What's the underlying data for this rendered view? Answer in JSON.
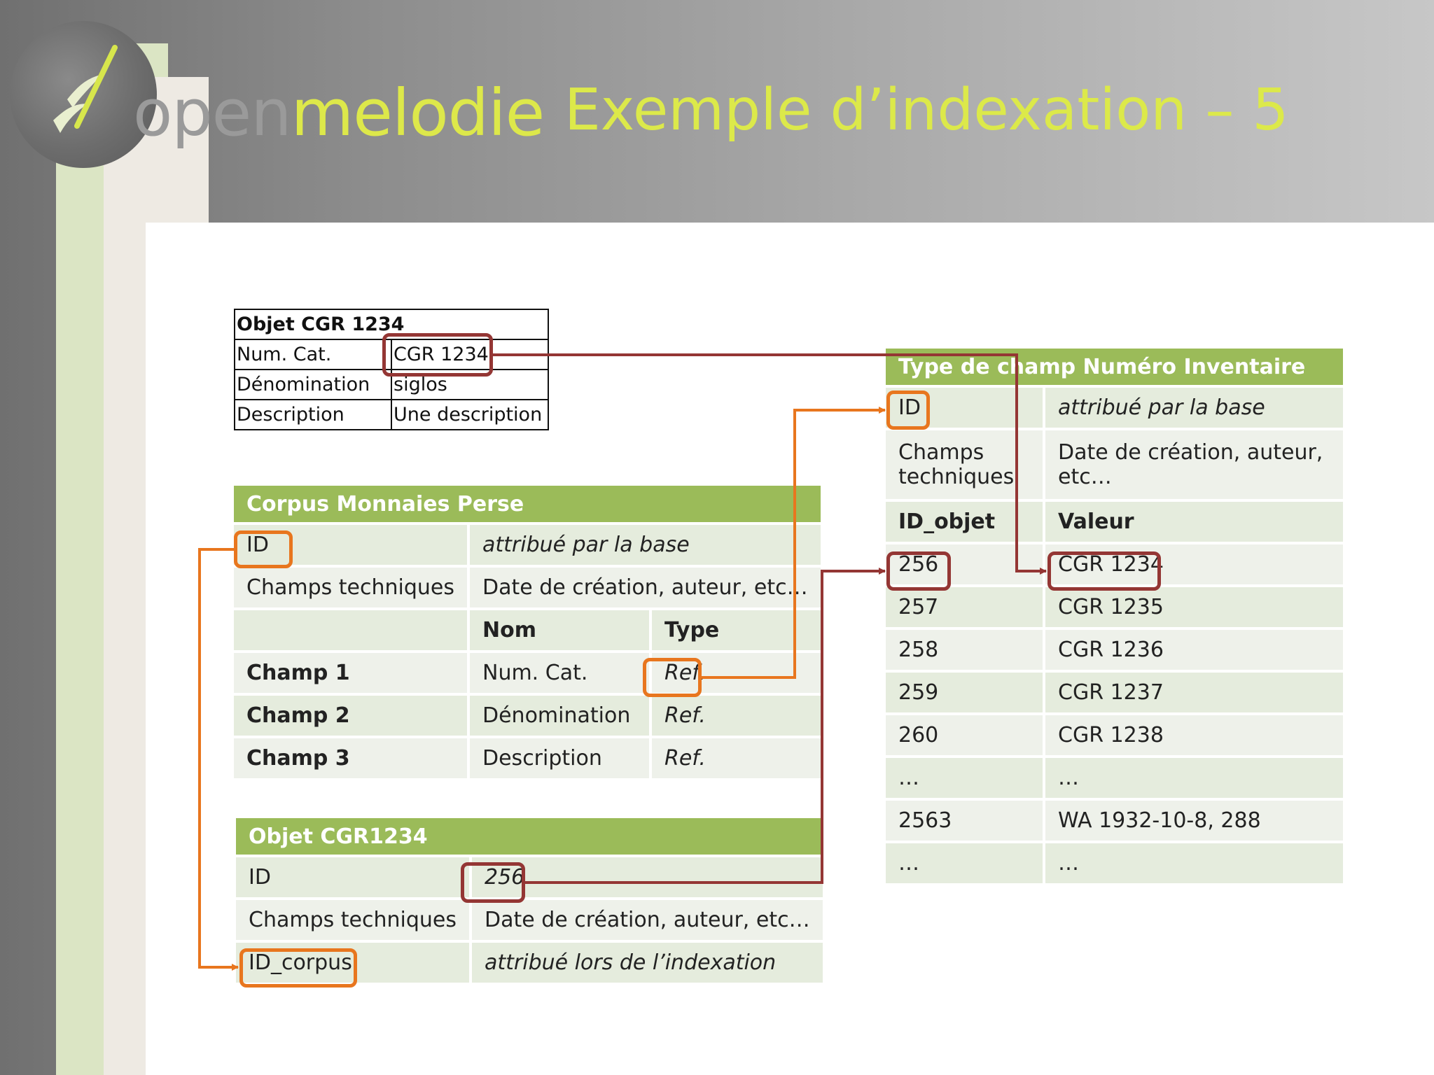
{
  "logo": {
    "part1": "open",
    "part2": "melodie"
  },
  "title": "Exemple d’indexation – 5",
  "object_card": {
    "header": "Objet CGR 1234",
    "rows": [
      {
        "k": "Num. Cat.",
        "v": "CGR 1234"
      },
      {
        "k": "Dénomination",
        "v": "siglos"
      },
      {
        "k": "Description",
        "v": "Une description"
      }
    ]
  },
  "corpus": {
    "header": "Corpus Monnaies Perse",
    "id_label": "ID",
    "id_value": "attribué par la base",
    "tech_label": "Champs techniques",
    "tech_value": "Date de création, auteur, etc…",
    "col_nom": "Nom",
    "col_type": "Type",
    "fields": [
      {
        "name": "Champ 1",
        "nom": "Num. Cat.",
        "type": "Ref."
      },
      {
        "name": "Champ 2",
        "nom": "Dénomination",
        "type": "Ref."
      },
      {
        "name": "Champ 3",
        "nom": "Description",
        "type": "Ref."
      }
    ]
  },
  "objet": {
    "header": "Objet CGR1234",
    "id_label": "ID",
    "id_value": "256",
    "tech_label": "Champs techniques",
    "tech_value": "Date de création, auteur, etc…",
    "corpus_label": "ID_corpus",
    "corpus_value": "attribué lors de l’indexation"
  },
  "type_champ": {
    "header": "Type de champ Numéro Inventaire",
    "id_label": "ID",
    "id_value": "attribué par la base",
    "tech_label_1": "Champs",
    "tech_label_2": "techniques",
    "tech_value_1": "Date de création, auteur,",
    "tech_value_2": "etc…",
    "col1": "ID_objet",
    "col2": "Valeur",
    "rows": [
      {
        "id": "256",
        "val": "CGR 1234"
      },
      {
        "id": "257",
        "val": "CGR 1235"
      },
      {
        "id": "258",
        "val": "CGR 1236"
      },
      {
        "id": "259",
        "val": "CGR 1237"
      },
      {
        "id": "260",
        "val": "CGR 1238"
      },
      {
        "id": "…",
        "val": "…"
      },
      {
        "id": "2563",
        "val": "WA 1932-10-8, 288"
      },
      {
        "id": "…",
        "val": "…"
      }
    ]
  },
  "colors": {
    "green_header": "#9bbb59",
    "orange": "#e8761e",
    "red": "#943634",
    "title": "#dce94a"
  }
}
